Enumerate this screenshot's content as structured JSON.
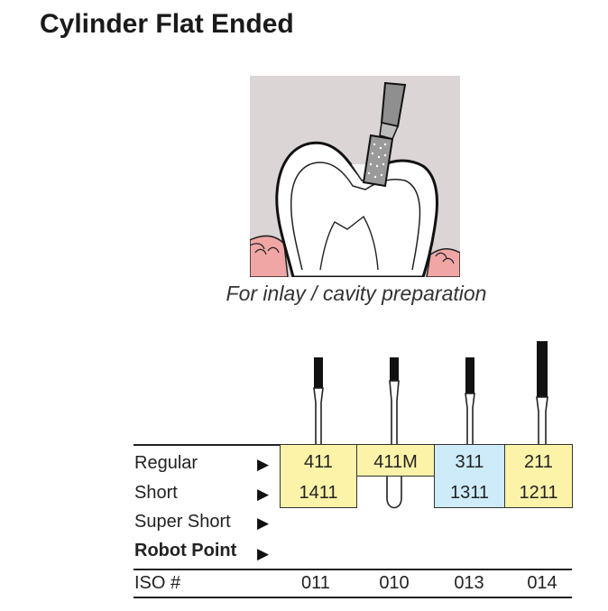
{
  "title": "Cylinder Flat Ended",
  "caption": "For inlay / cavity preparation",
  "rows": {
    "regular": "Regular",
    "short": "Short",
    "super_short": "Super Short",
    "robot_point": "Robot Point",
    "iso": "ISO #"
  },
  "arrow_glyph": "▶",
  "cells": {
    "c1_regular": "411",
    "c1_short": "1411",
    "c2_regular": "411M",
    "c3_regular": "311",
    "c3_short": "1311",
    "c4_regular": "211",
    "c4_short": "1211"
  },
  "iso_values": {
    "c1": "011",
    "c2": "010",
    "c3": "013",
    "c4": "014"
  },
  "colors": {
    "yellow_cell": "#fcf3a8",
    "blue_cell": "#cdebf8",
    "gum": "#f1a6a6",
    "illustration_bg": "#dcd5d5"
  }
}
